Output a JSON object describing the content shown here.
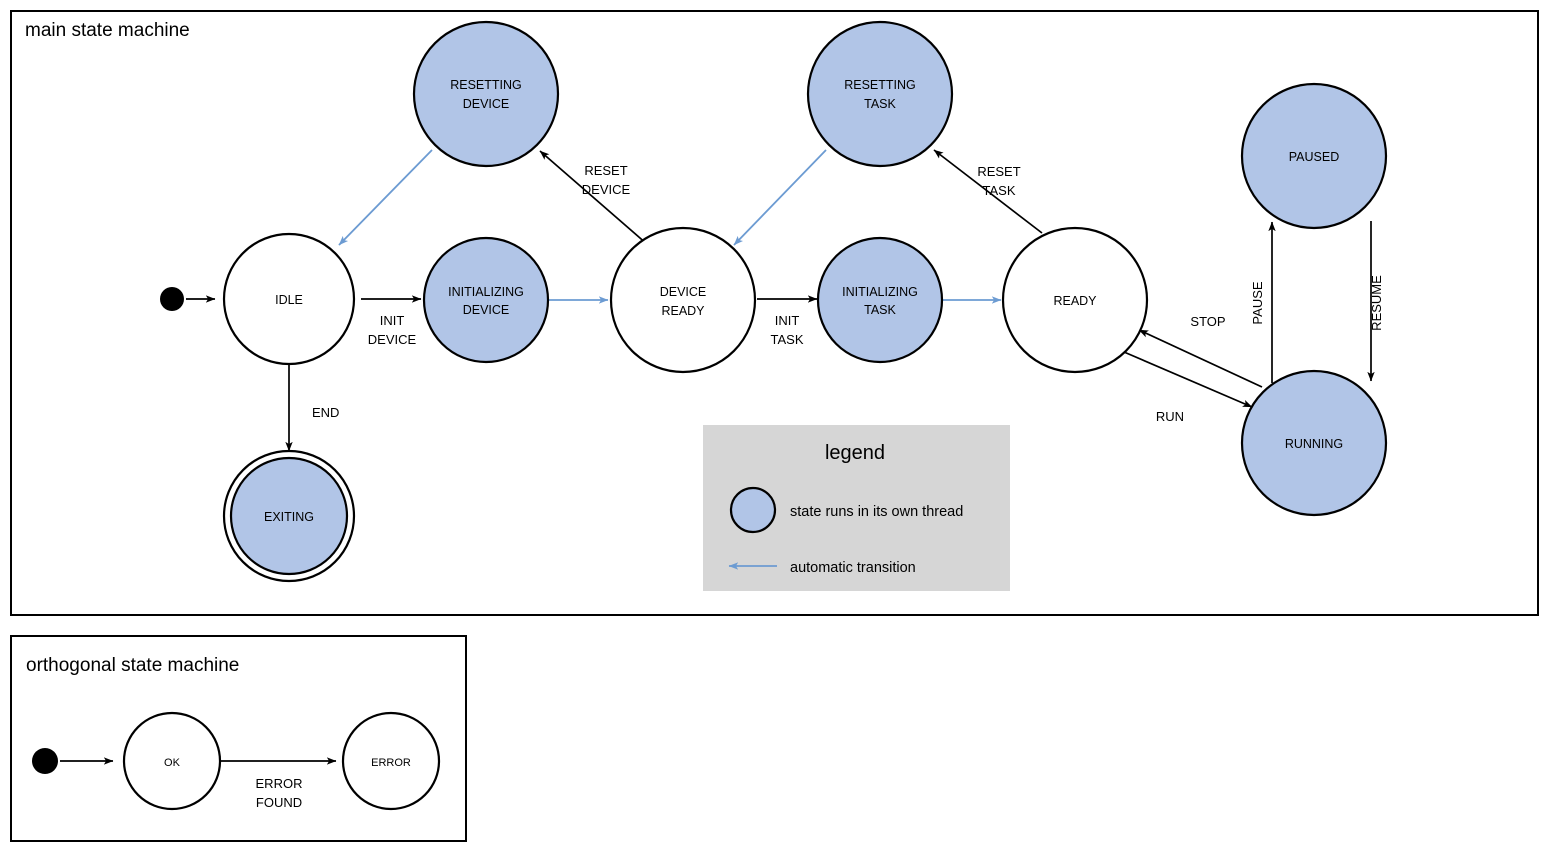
{
  "frames": {
    "main": {
      "title": "main state machine"
    },
    "orthogonal": {
      "title": "orthogonal state machine"
    }
  },
  "colors": {
    "thread_state_fill": "#b1c5e7",
    "plain_state_fill": "#ffffff",
    "stroke": "#000000",
    "automatic_transition": "#6c9bd2",
    "legend_background": "#d6d6d6"
  },
  "main_machine": {
    "states": [
      {
        "id": "idle",
        "label": "IDLE",
        "thread": false,
        "final": false
      },
      {
        "id": "initializing-device",
        "label_line1": "INITIALIZING",
        "label_line2": "DEVICE",
        "thread": true,
        "final": false
      },
      {
        "id": "resetting-device",
        "label_line1": "RESETTING",
        "label_line2": "DEVICE",
        "thread": true,
        "final": false
      },
      {
        "id": "device-ready",
        "label_line1": "DEVICE",
        "label_line2": "READY",
        "thread": false,
        "final": false
      },
      {
        "id": "initializing-task",
        "label_line1": "INITIALIZING",
        "label_line2": "TASK",
        "thread": true,
        "final": false
      },
      {
        "id": "resetting-task",
        "label_line1": "RESETTING",
        "label_line2": "TASK",
        "thread": true,
        "final": false
      },
      {
        "id": "ready",
        "label": "READY",
        "thread": false,
        "final": false
      },
      {
        "id": "paused",
        "label": "PAUSED",
        "thread": true,
        "final": false
      },
      {
        "id": "running",
        "label": "RUNNING",
        "thread": true,
        "final": false
      },
      {
        "id": "exiting",
        "label": "EXITING",
        "thread": true,
        "final": true
      }
    ],
    "transitions": [
      {
        "id": "start-idle",
        "from": "initial",
        "to": "idle",
        "label": "",
        "automatic": false
      },
      {
        "id": "idle-init-device",
        "from": "idle",
        "to": "initializing-device",
        "label_line1": "INIT",
        "label_line2": "DEVICE",
        "automatic": false
      },
      {
        "id": "init-device-device-ready",
        "from": "initializing-device",
        "to": "device-ready",
        "label": "",
        "automatic": true
      },
      {
        "id": "device-ready-reset-device",
        "from": "device-ready",
        "to": "resetting-device",
        "label_line1": "RESET",
        "label_line2": "DEVICE",
        "automatic": false
      },
      {
        "id": "reset-device-idle",
        "from": "resetting-device",
        "to": "idle",
        "label": "",
        "automatic": true
      },
      {
        "id": "device-ready-init-task",
        "from": "device-ready",
        "to": "initializing-task",
        "label_line1": "INIT",
        "label_line2": "TASK",
        "automatic": false
      },
      {
        "id": "init-task-ready",
        "from": "initializing-task",
        "to": "ready",
        "label": "",
        "automatic": true
      },
      {
        "id": "ready-reset-task",
        "from": "ready",
        "to": "resetting-task",
        "label_line1": "RESET",
        "label_line2": "TASK",
        "automatic": false
      },
      {
        "id": "reset-task-device-ready",
        "from": "resetting-task",
        "to": "device-ready",
        "label": "",
        "automatic": true
      },
      {
        "id": "ready-run-running",
        "from": "ready",
        "to": "running",
        "label": "RUN",
        "automatic": false
      },
      {
        "id": "running-stop-ready",
        "from": "running",
        "to": "ready",
        "label": "STOP",
        "automatic": false
      },
      {
        "id": "running-pause-paused",
        "from": "running",
        "to": "paused",
        "label": "PAUSE",
        "automatic": false,
        "rotated": true
      },
      {
        "id": "paused-resume-running",
        "from": "paused",
        "to": "running",
        "label": "RESUME",
        "automatic": false,
        "rotated": true
      },
      {
        "id": "idle-end-exiting",
        "from": "idle",
        "to": "exiting",
        "label": "END",
        "automatic": false
      }
    ]
  },
  "orthogonal_machine": {
    "states": [
      {
        "id": "ok",
        "label": "OK",
        "thread": false
      },
      {
        "id": "error",
        "label": "ERROR",
        "thread": false
      }
    ],
    "transitions": [
      {
        "id": "start-ok",
        "from": "initial",
        "to": "ok",
        "label": ""
      },
      {
        "id": "ok-error",
        "from": "ok",
        "to": "error",
        "label_line1": "ERROR",
        "label_line2": "FOUND"
      }
    ]
  },
  "legend": {
    "title": "legend",
    "items": [
      {
        "id": "thread-swatch",
        "symbol": "filled-circle",
        "text": "state runs in its own thread"
      },
      {
        "id": "auto-arrow",
        "symbol": "blue-arrow",
        "text": "automatic transition"
      }
    ]
  }
}
